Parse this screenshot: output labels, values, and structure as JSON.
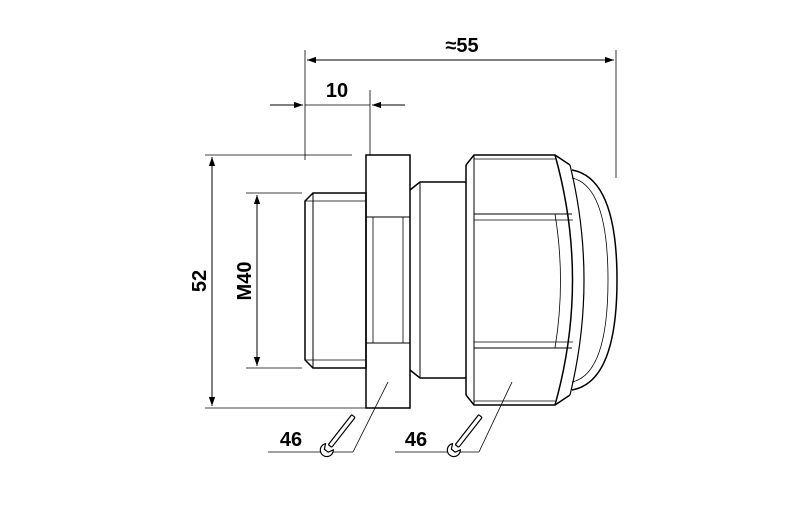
{
  "dimensions": {
    "overall_length": "≈55",
    "thread_length": "10",
    "height": "52",
    "thread": "M40"
  },
  "wrench_sizes": {
    "locknut": "46",
    "cap_nut": "46"
  }
}
